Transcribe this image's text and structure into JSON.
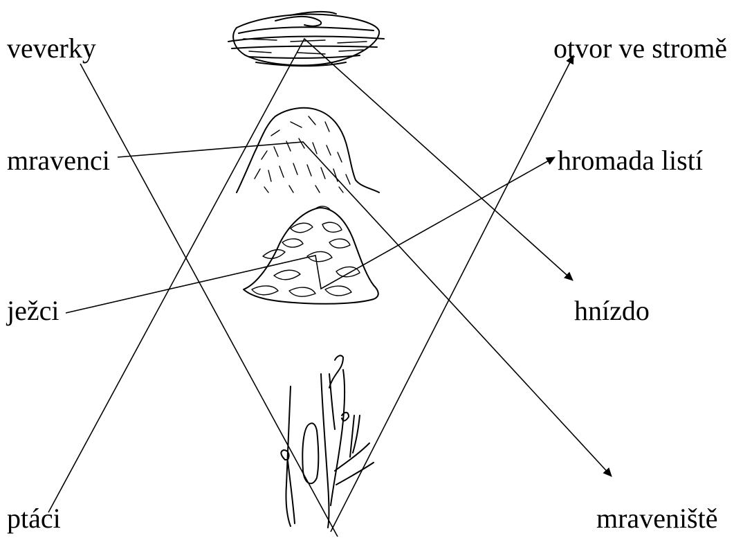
{
  "left_labels": [
    "veverky",
    "mravenci",
    "ježci",
    "ptáci"
  ],
  "right_labels": [
    "otvor ve stromě",
    "hromada listí",
    "hnízdo",
    "mraveniště"
  ],
  "pictures": [
    "nest-icon",
    "anthill-icon",
    "leaf-pile-icon",
    "tree-hollow-icon"
  ]
}
